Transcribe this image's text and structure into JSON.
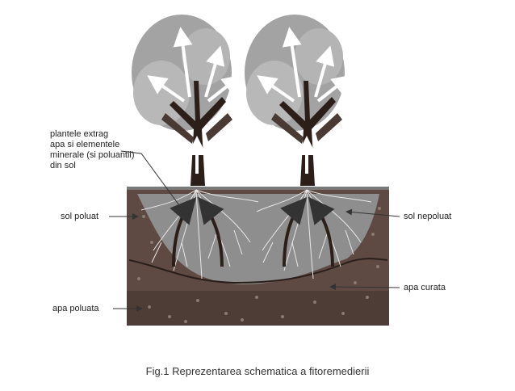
{
  "labels": {
    "plants_extract_1": "plantele extrag",
    "plants_extract_2": "apa si elementele",
    "plants_extract_3": "minerale (si poluantii)",
    "plants_extract_4": "din sol",
    "polluted_soil": "sol poluat",
    "unpolluted_soil": "sol nepoluat",
    "clean_water": "apa curata",
    "polluted_water": "apa poluata"
  },
  "caption": "Fig.1 Reprezentarea schematica a fitoremedierii",
  "colors": {
    "soil": "#5e4a43",
    "soil_dark": "#4a3a34",
    "water_zone": "#9a9a9a",
    "canopy": "#a3a3a3",
    "trunk": "#2c1f1a",
    "arrow": "#ffffff"
  }
}
